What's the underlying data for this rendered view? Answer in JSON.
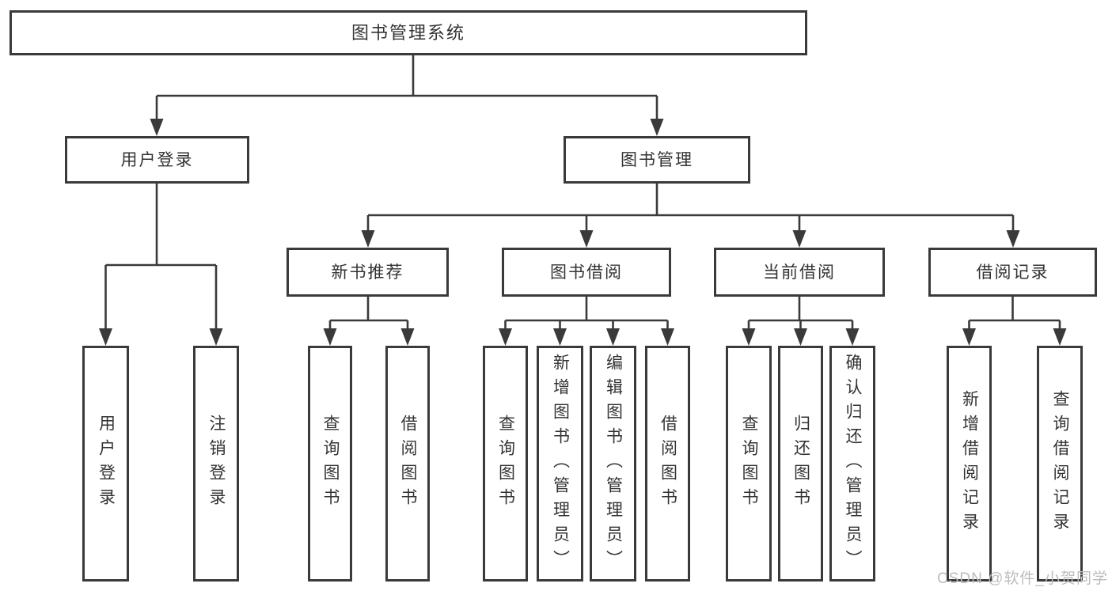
{
  "colors": {
    "line": "#3a3a3a",
    "text": "#333333",
    "background": "#ffffff",
    "watermark": "#bcbcbc"
  },
  "watermark": {
    "text": "CSDN @软件_小贺同学"
  },
  "tree": {
    "label": "图书管理系统",
    "children": [
      {
        "label": "用户登录",
        "children": [
          {
            "label": "用户登录"
          },
          {
            "label": "注销登录"
          }
        ]
      },
      {
        "label": "图书管理",
        "children": [
          {
            "label": "新书推荐",
            "children": [
              {
                "label": "查询图书"
              },
              {
                "label": "借阅图书"
              }
            ]
          },
          {
            "label": "图书借阅",
            "children": [
              {
                "label": "查询图书"
              },
              {
                "label": "新增图书（管理员）"
              },
              {
                "label": "编辑图书（管理员）"
              },
              {
                "label": "借阅图书"
              }
            ]
          },
          {
            "label": "当前借阅",
            "children": [
              {
                "label": "查询图书"
              },
              {
                "label": "归还图书"
              },
              {
                "label": "确认归还（管理员）"
              }
            ]
          },
          {
            "label": "借阅记录",
            "children": [
              {
                "label": "新增借阅记录"
              },
              {
                "label": "查询借阅记录"
              }
            ]
          }
        ]
      }
    ]
  }
}
